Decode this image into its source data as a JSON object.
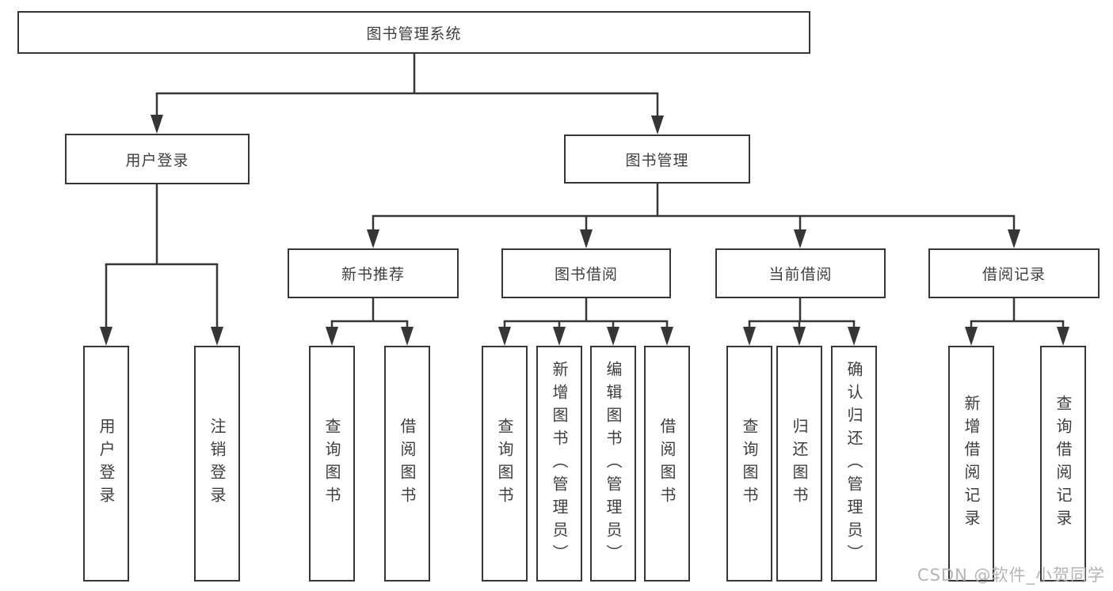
{
  "tree": {
    "root": {
      "label": "图书管理系统"
    },
    "branches": [
      {
        "label": "用户登录",
        "children": [
          {
            "label": "用户登录"
          },
          {
            "label": "注销登录"
          }
        ]
      },
      {
        "label": "图书管理",
        "children": [
          {
            "label": "新书推荐",
            "children": [
              {
                "label": "查询图书"
              },
              {
                "label": "借阅图书"
              }
            ]
          },
          {
            "label": "图书借阅",
            "children": [
              {
                "label": "查询图书"
              },
              {
                "label": "新增图书（管理员）"
              },
              {
                "label": "编辑图书（管理员）"
              },
              {
                "label": "借阅图书"
              }
            ]
          },
          {
            "label": "当前借阅",
            "children": [
              {
                "label": "查询图书"
              },
              {
                "label": "归还图书"
              },
              {
                "label": "确认归还（管理员）"
              }
            ]
          },
          {
            "label": "借阅记录",
            "children": [
              {
                "label": "新增借阅记录"
              },
              {
                "label": "查询借阅记录"
              }
            ]
          }
        ]
      }
    ],
    "watermark": "CSDN @软件_小贺同学",
    "colors": {
      "line": "#363636",
      "text": "#3e3e3e",
      "background": "#ffffff",
      "watermark": "#b4b4b4"
    }
  }
}
